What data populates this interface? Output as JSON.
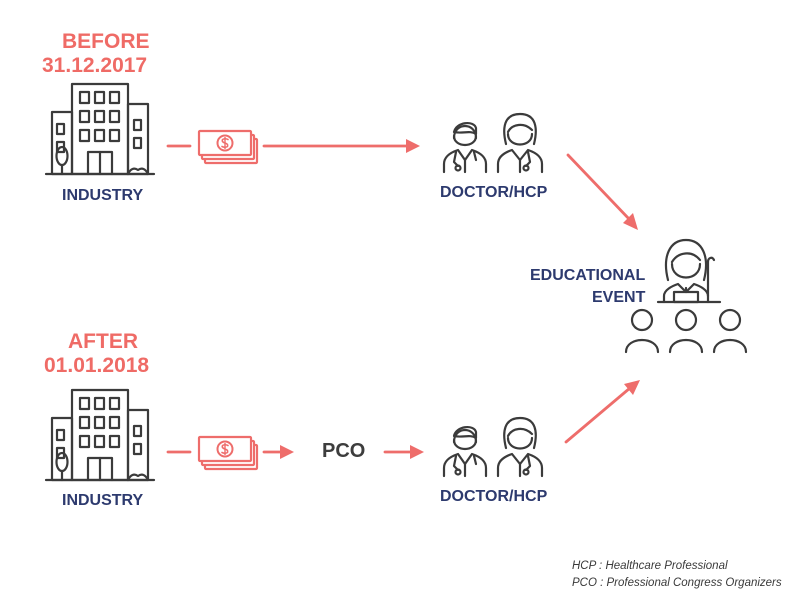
{
  "before": {
    "title_line1": "BEFORE",
    "title_line2": "31.12.2017",
    "industry_label": "INDUSTRY",
    "doctor_label": "DOCTOR/HCP"
  },
  "after": {
    "title_line1": "AFTER",
    "title_line2": "01.01.2018",
    "industry_label": "INDUSTRY",
    "pco_label": "PCO",
    "doctor_label": "DOCTOR/HCP"
  },
  "event": {
    "label_line1": "EDUCATIONAL",
    "label_line2": "EVENT"
  },
  "legend": {
    "hcp": "HCP : Healthcare Professional",
    "pco": "PCO : Professional Congress Organizers"
  },
  "colors": {
    "accent": "#ee6d6b",
    "navy": "#2d3a6e",
    "icon": "#3b3b3b"
  },
  "icons": [
    "building-icon",
    "money-bills-icon",
    "doctors-icon",
    "speaker-audience-icon",
    "arrow-icon"
  ]
}
